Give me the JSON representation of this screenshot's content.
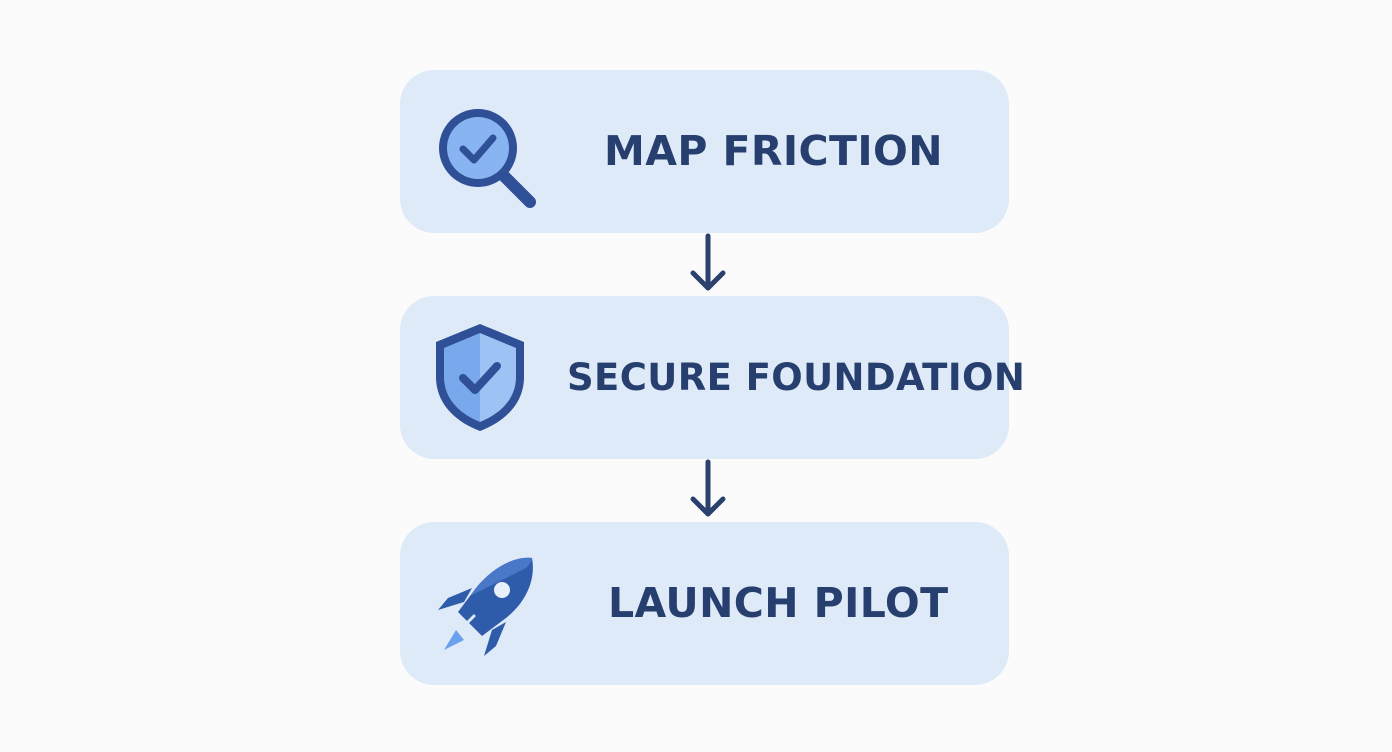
{
  "steps": [
    {
      "label": "MAP FRICTION",
      "icon": "magnifier-check-icon"
    },
    {
      "label": "SECURE FOUNDATION",
      "icon": "shield-check-icon"
    },
    {
      "label": "LAUNCH PILOT",
      "icon": "rocket-icon"
    }
  ],
  "colors": {
    "background": "#fbfbfb",
    "box": "#dfeaf8",
    "text": "#263f6e",
    "icon_dark": "#2f4f96",
    "icon_light": "#8bb5f1",
    "arrow": "#2b416e"
  }
}
